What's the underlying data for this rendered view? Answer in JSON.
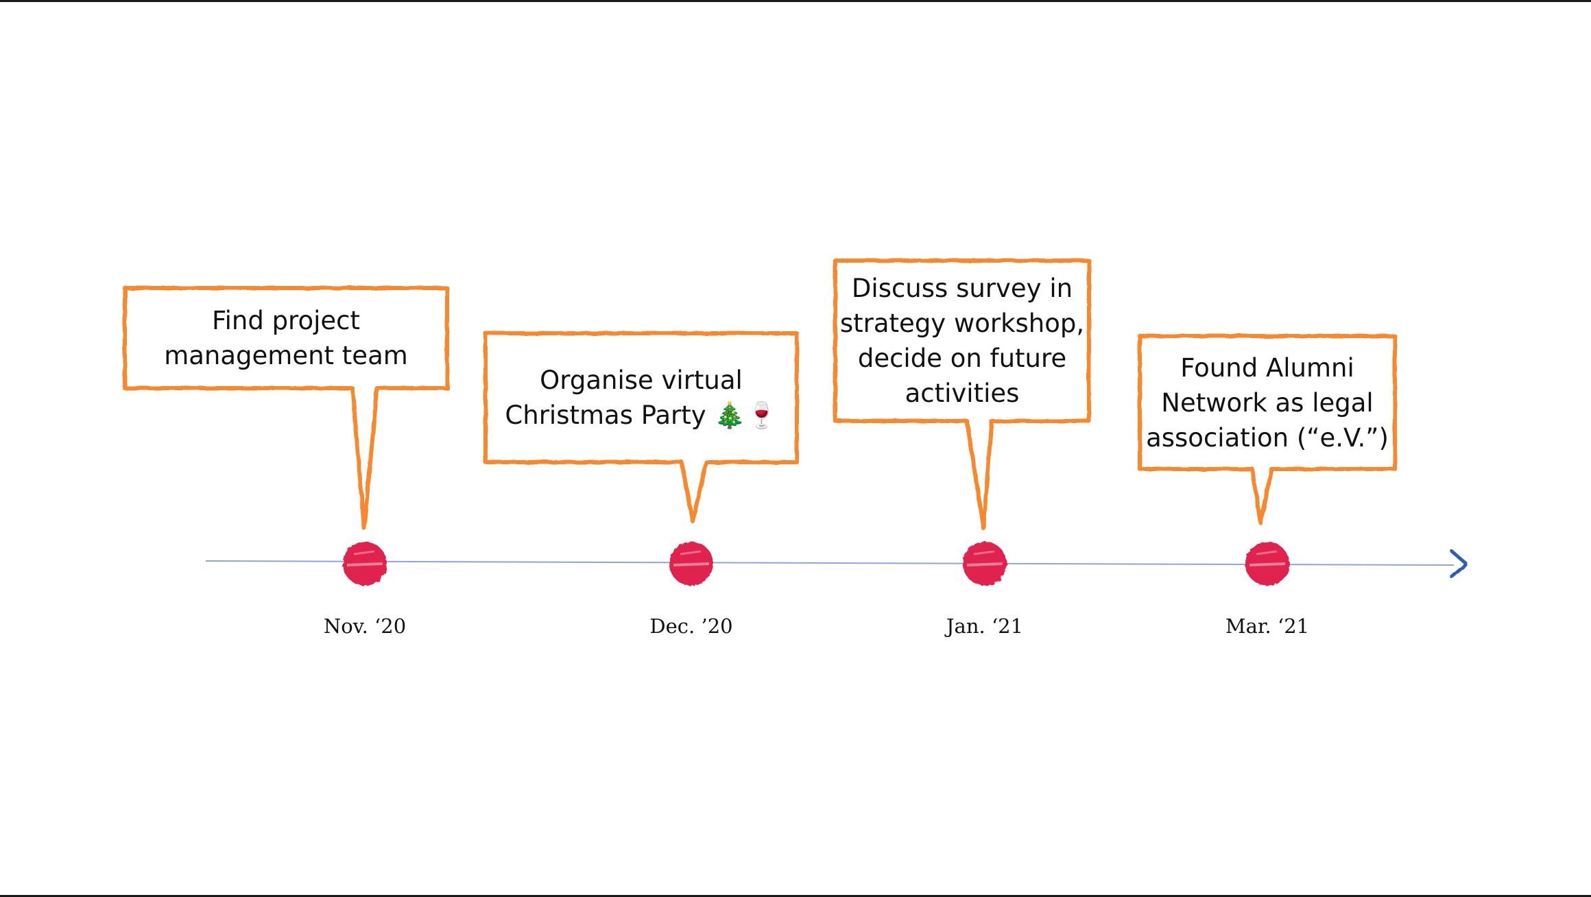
{
  "colors": {
    "bubble_border": "#F7882F",
    "axis": "#2E5BB8",
    "marker": "#E0244F",
    "text": "#111111"
  },
  "events": [
    {
      "date": "Nov. ‘20",
      "text_lines": [
        "Find project",
        "management team"
      ]
    },
    {
      "date": "Dec. ’20",
      "text_lines": [
        "Organise virtual",
        "Christmas Party 🎄🍷"
      ]
    },
    {
      "date": "Jan. ‘21",
      "text_lines": [
        "Discuss survey in",
        "strategy workshop,",
        "decide on future",
        "activities"
      ]
    },
    {
      "date": "Mar. ‘21",
      "text_lines": [
        "Found Alumni",
        "Network as legal",
        "association (“e.V.”)"
      ]
    }
  ]
}
